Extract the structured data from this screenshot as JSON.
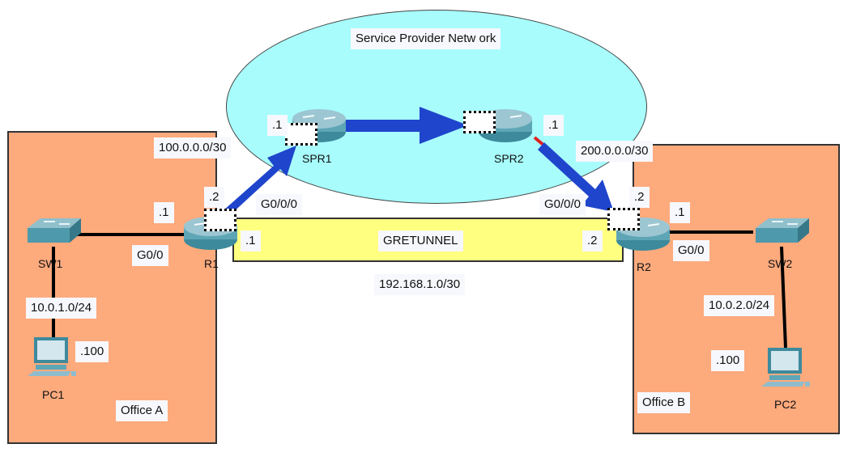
{
  "diagram": {
    "cloud": {
      "label": "Service Provider Netw ork"
    },
    "offices": [
      {
        "id": "office-a",
        "label": "Office A"
      },
      {
        "id": "office-b",
        "label": "Office B"
      }
    ],
    "tunnel": {
      "label": "GRETUNNEL",
      "network": "192.168.1.0/30"
    },
    "devices": {
      "sw1": "SW1",
      "sw2": "SW2",
      "r1": "R1",
      "r2": "R2",
      "spr1": "SPR1",
      "spr2": "SPR2",
      "pc1": "PC1",
      "pc2": "PC2"
    },
    "labels": {
      "net_100": "100.0.0.0/30",
      "net_200": "200.0.0.0/30",
      "net_lan_a": "10.0.1.0/24",
      "net_lan_b": "10.0.2.0/24",
      "r1_g000": "G0/0/0",
      "r2_g000": "G0/0/0",
      "r1_g00": "G0/0",
      "r2_g00": "G0/0",
      "r1_lan_ip": ".1",
      "r1_wan_ip": ".2",
      "r1_tun_ip": ".1",
      "r2_lan_ip": ".1",
      "r2_wan_ip": ".2",
      "r2_tun_ip": ".2",
      "spr1_ip": ".1",
      "spr2_ip": ".1",
      "pc1_ip": ".100",
      "pc2_ip": ".100"
    },
    "colors": {
      "office": "#fdaa7d",
      "cloud": "#a8fcfc",
      "tunnel": "#ffff80",
      "arrow": "#1f45cc",
      "link": "#000000",
      "label_bg": "#f7f8fd"
    },
    "packet_flow": [
      "R1",
      "SPR1",
      "SPR2",
      "R2"
    ]
  }
}
